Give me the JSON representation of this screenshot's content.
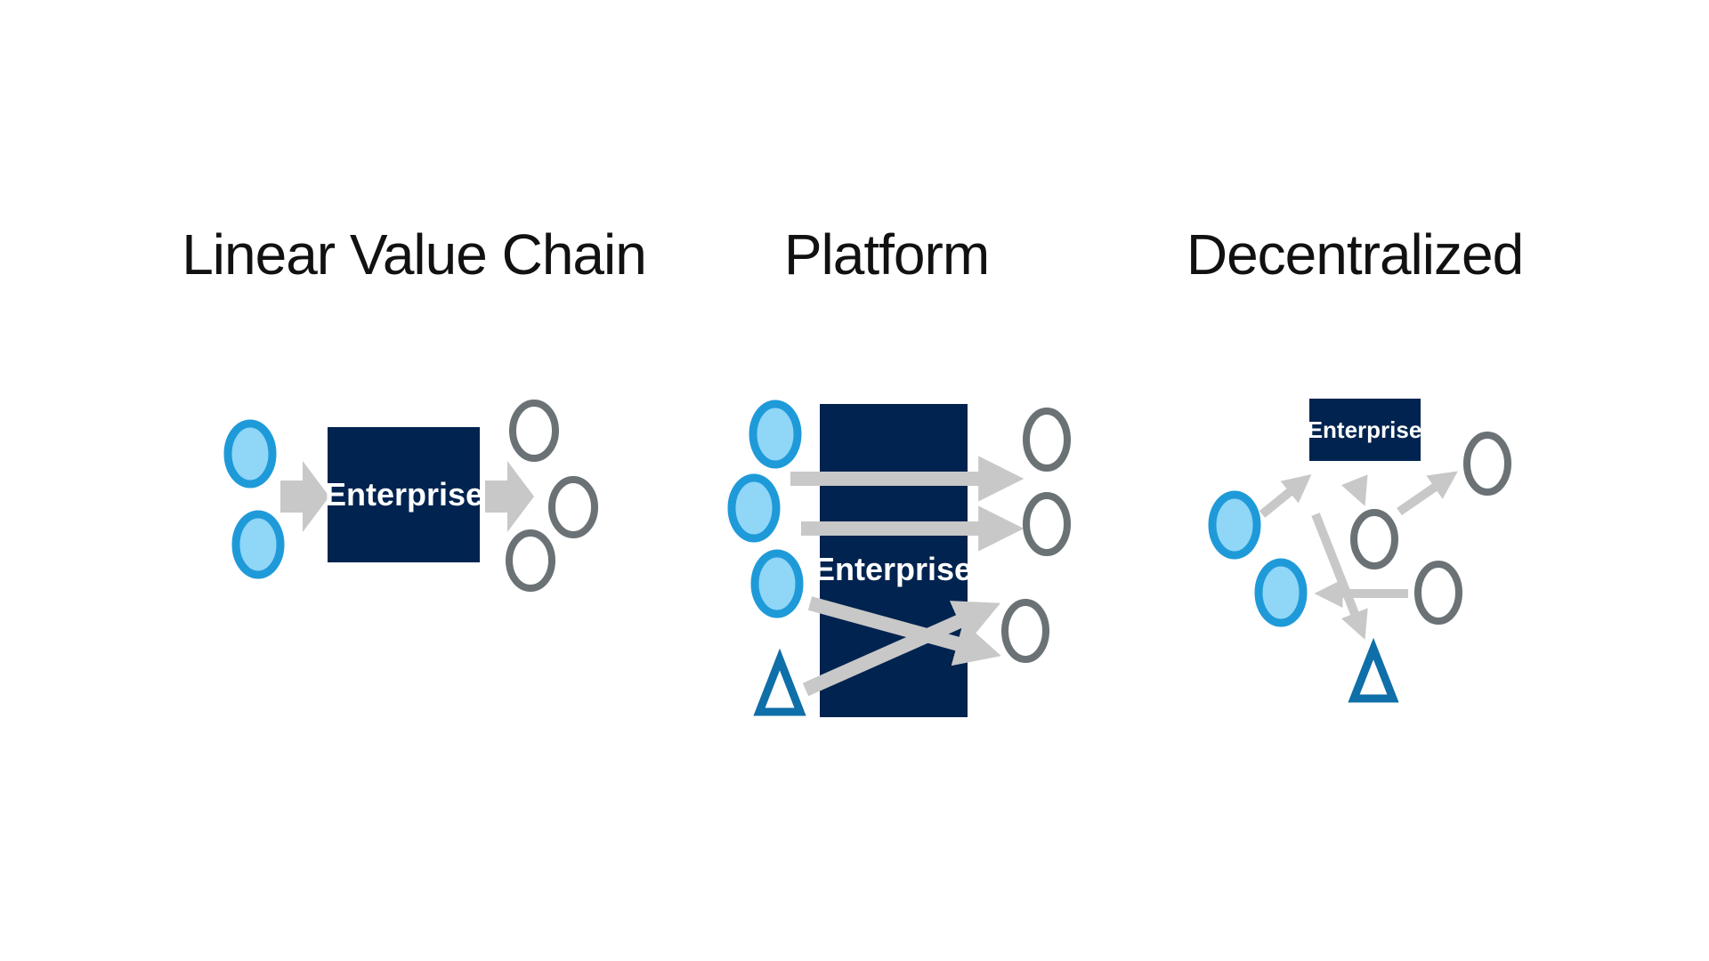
{
  "colors": {
    "background": "#ffffff",
    "enterprise_fill": "#00234f",
    "blue_fill": "#8fd6f7",
    "blue_stroke": "#1f9ad9",
    "ring_stroke": "#6b7275",
    "arrow": "#c8c8c8",
    "triangle_stroke": "#0f6fa8"
  },
  "panels": [
    {
      "title": "Linear Value Chain",
      "box_label": "Enterprise"
    },
    {
      "title": "Platform",
      "box_label": "Enterprise"
    },
    {
      "title": "Decentralized",
      "box_label": "Enterprise"
    }
  ],
  "icons": {
    "producer": "blue-circle-icon",
    "consumer": "gray-ring-icon",
    "other_participant": "triangle-icon",
    "flow": "arrow-icon"
  }
}
